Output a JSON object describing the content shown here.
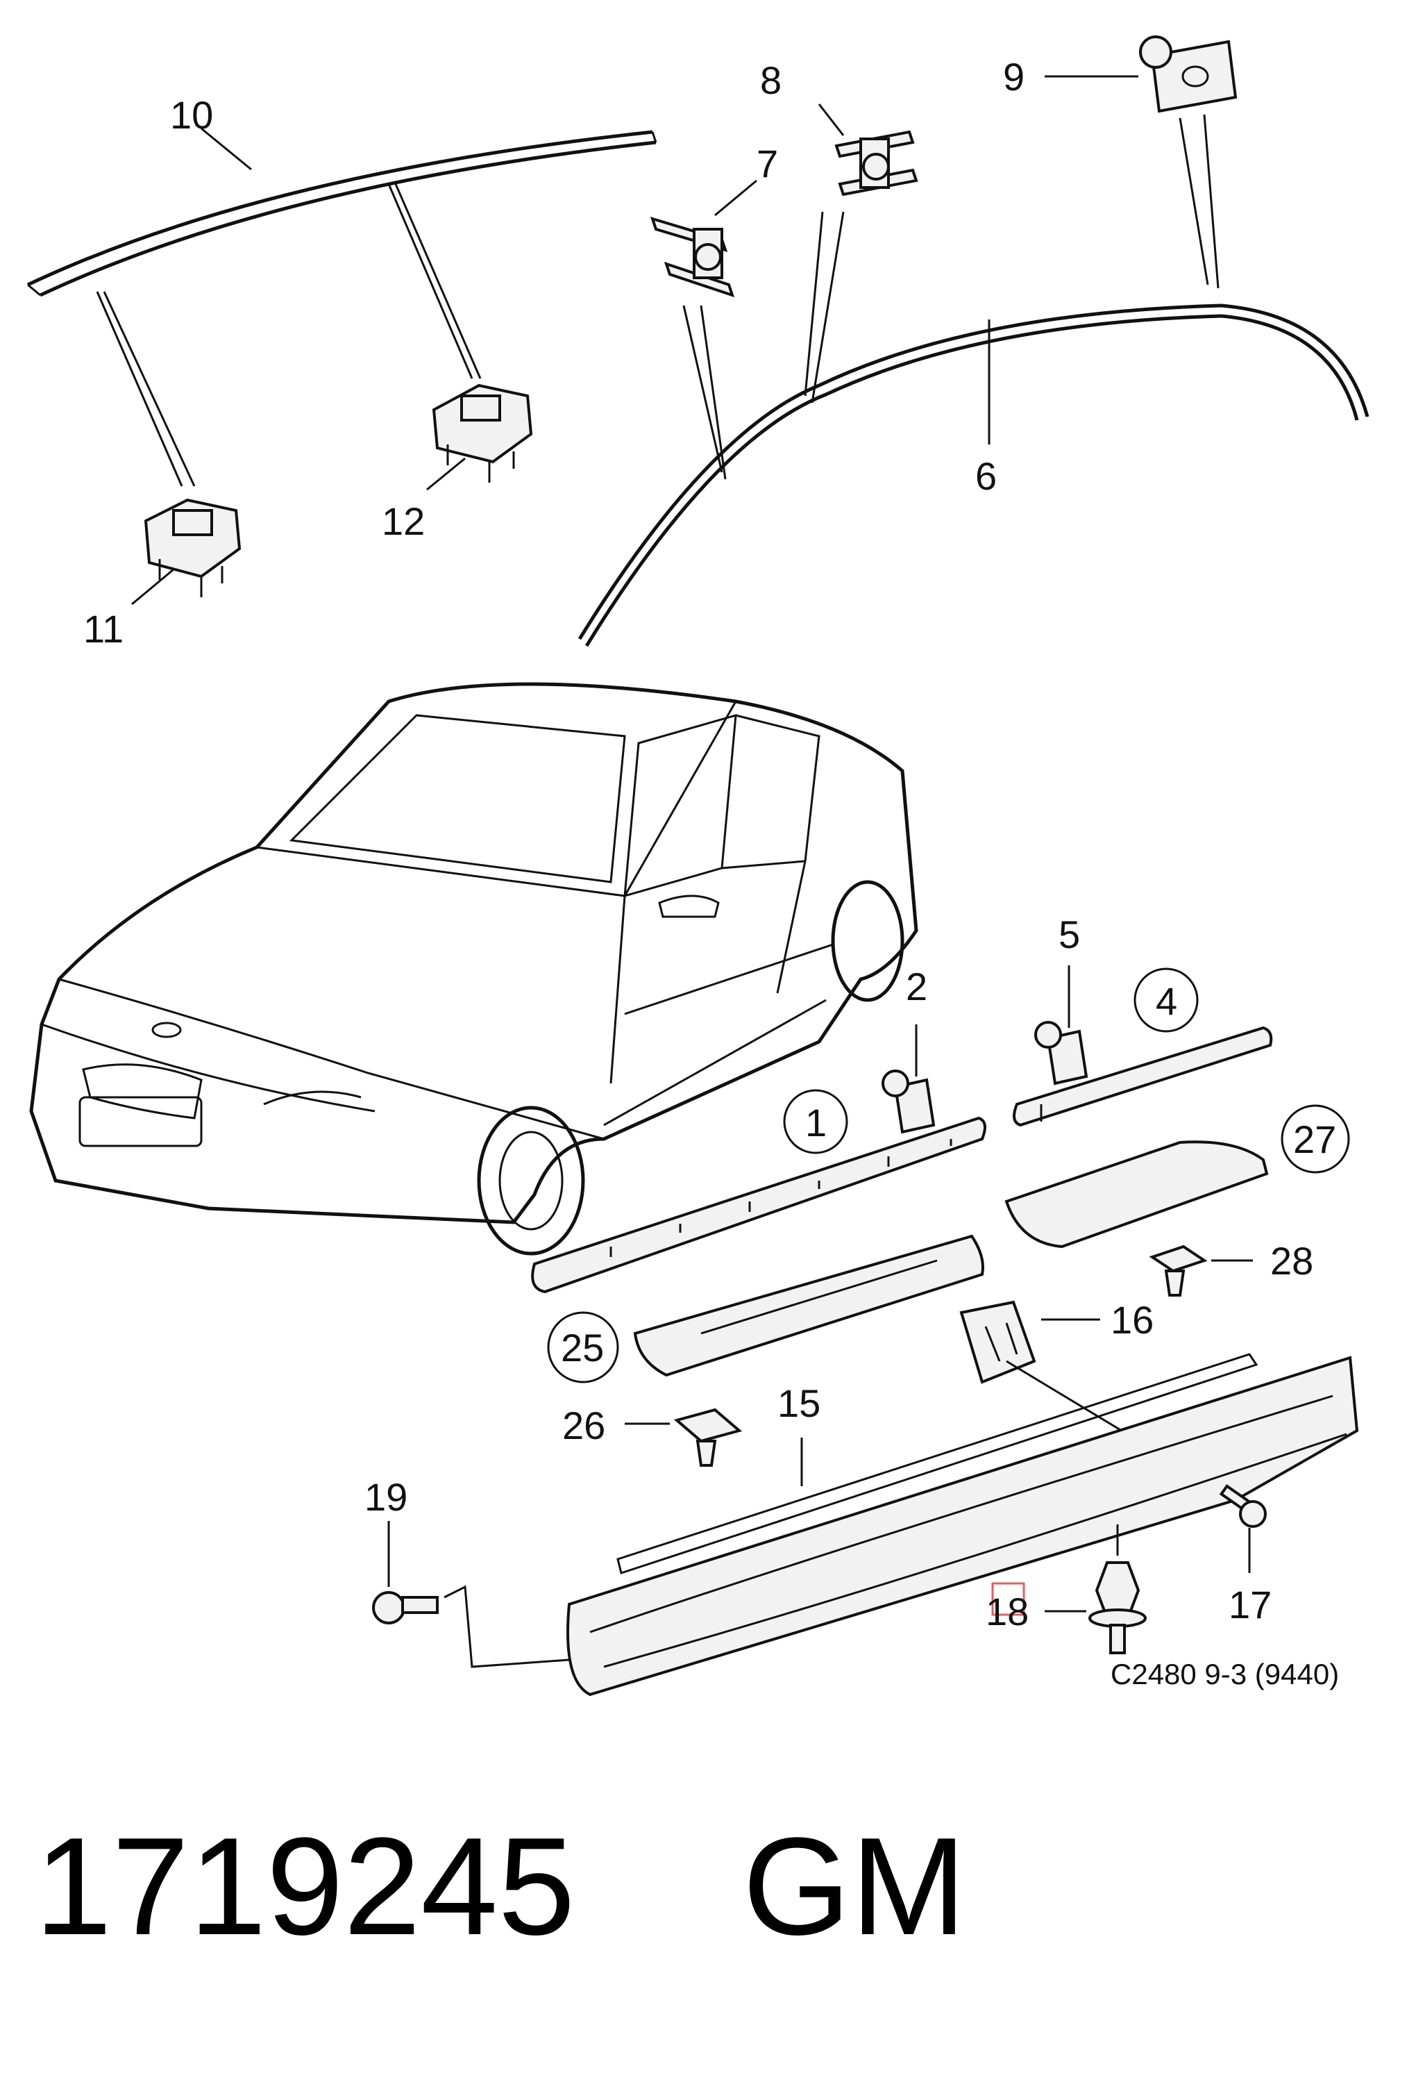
{
  "callouts": {
    "c1": "1",
    "c2": "2",
    "c4": "4",
    "c5": "5",
    "c6": "6",
    "c7": "7",
    "c8": "8",
    "c9": "9",
    "c10": "10",
    "c11": "11",
    "c12": "12",
    "c15": "15",
    "c16": "16",
    "c17": "17",
    "c18": "18",
    "c19": "19",
    "c25": "25",
    "c26": "26",
    "c27": "27",
    "c28": "28"
  },
  "figure_code": "C2480 9-3 (9440)",
  "part_number": "1719245",
  "brand": "GM",
  "colors": {
    "line": "#111111",
    "highlight": "#e06060",
    "background": "#ffffff"
  }
}
